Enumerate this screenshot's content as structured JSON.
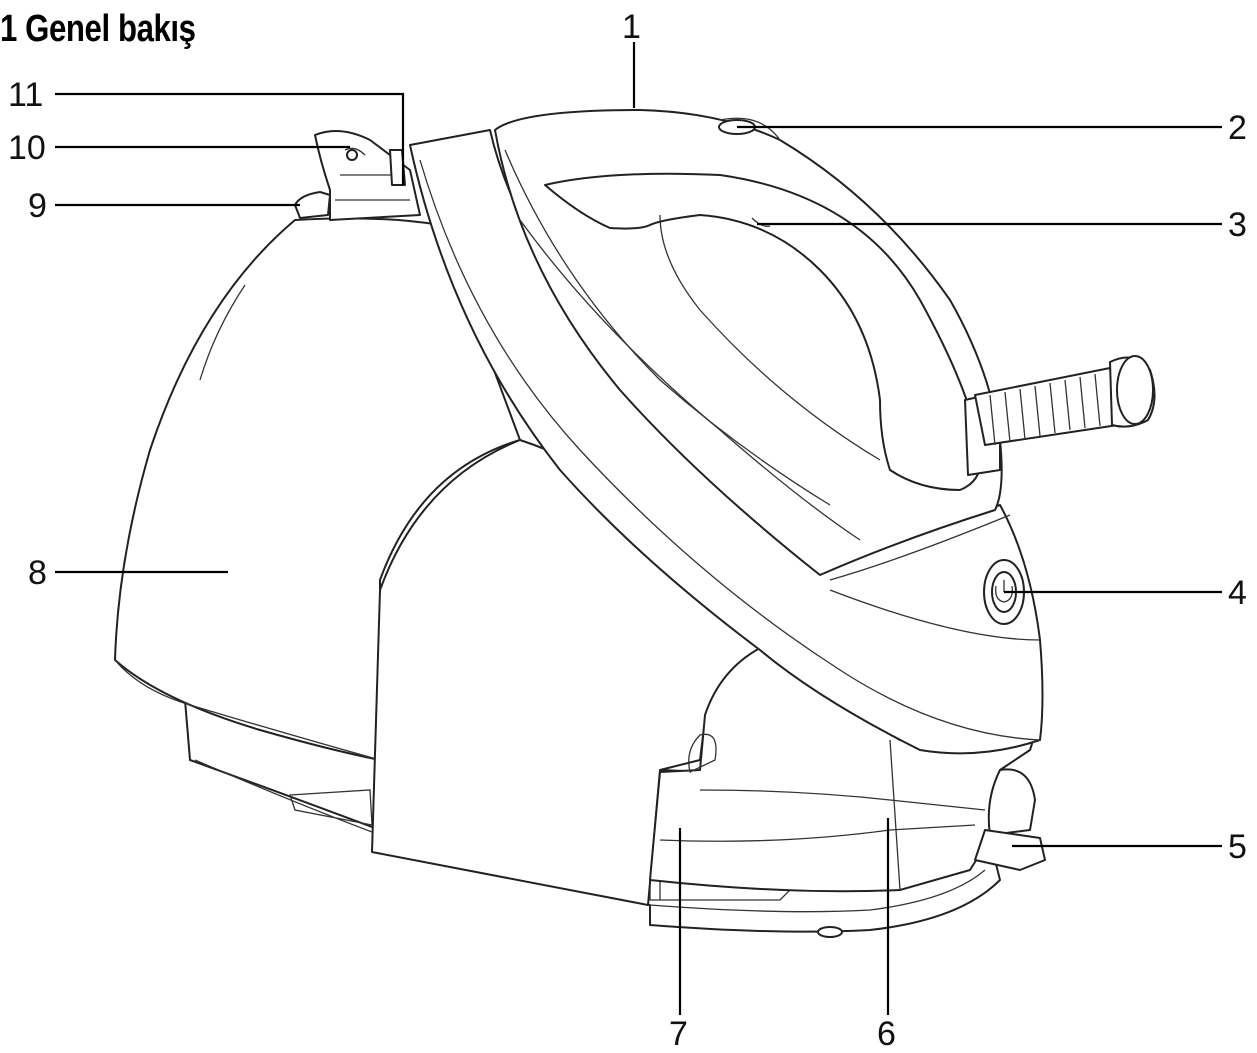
{
  "heading": {
    "text": "1 Genel bakış"
  },
  "callouts": {
    "c1": "1",
    "c2": "2",
    "c3": "3",
    "c4": "4",
    "c5": "5",
    "c6": "6",
    "c7": "7",
    "c8": "8",
    "c9": "9",
    "c10": "10",
    "c11": "11"
  }
}
